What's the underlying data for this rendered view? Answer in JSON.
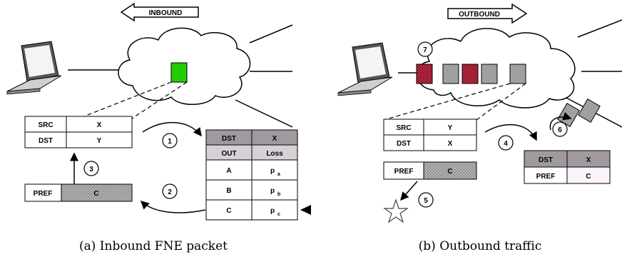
{
  "panel_a": {
    "arrow_label": "INBOUND",
    "src_row": {
      "key": "SRC",
      "val": "X"
    },
    "dst_row": {
      "key": "DST",
      "val": "Y"
    },
    "pref_row": {
      "key": "PREF",
      "val": "C"
    },
    "table": {
      "header": [
        "DST",
        "X"
      ],
      "subheader": [
        "OUT",
        "Loss"
      ],
      "rows": [
        {
          "out": "A",
          "loss": "p",
          "sub": "a"
        },
        {
          "out": "B",
          "loss": "p",
          "sub": "b"
        },
        {
          "out": "C",
          "loss": "p",
          "sub": "c"
        }
      ]
    },
    "steps": [
      "1",
      "2",
      "3"
    ],
    "caption": "(a) Inbound FNE packet"
  },
  "panel_b": {
    "arrow_label": "OUTBOUND",
    "src_row": {
      "key": "SRC",
      "val": "Y"
    },
    "dst_row": {
      "key": "DST",
      "val": "X"
    },
    "pref_row": {
      "key": "PREF",
      "val": "C"
    },
    "table": {
      "header": [
        "DST",
        "X"
      ],
      "row": [
        "PREF",
        "C"
      ]
    },
    "steps": [
      "4",
      "5",
      "6",
      "7"
    ],
    "caption": "(b) Outbound traffic"
  },
  "colors": {
    "green_packet": "#22cc00",
    "red_packet": "#cc2244",
    "gray_packet": "#a0a0a0",
    "header_fill": "#a09aa0",
    "subheader_fill": "#d7d0d7"
  }
}
